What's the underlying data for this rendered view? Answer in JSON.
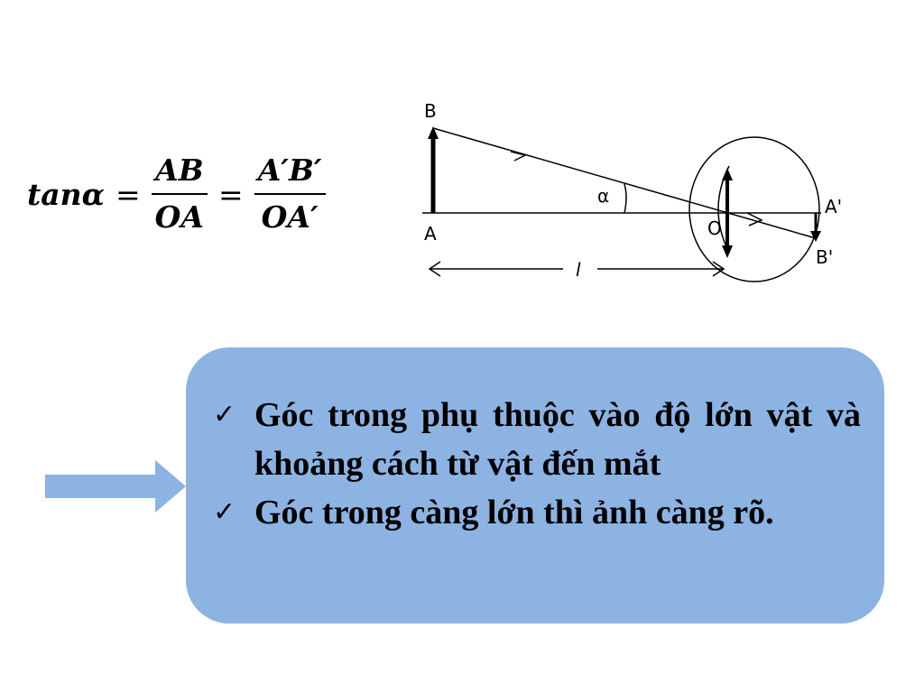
{
  "formula": {
    "lhs": "tanα",
    "eq": "=",
    "frac1": {
      "num": "AB",
      "den": "OA"
    },
    "frac2": {
      "num": "A′B′",
      "den": "OA′"
    }
  },
  "diagram": {
    "labels": {
      "B": "B",
      "A": "A",
      "alpha": "α",
      "O": "O",
      "A_prime": "A'",
      "B_prime": "B'",
      "l": "l"
    }
  },
  "callout": {
    "background": "#8db3e2",
    "check_icon": "✓",
    "items": [
      {
        "text": "Góc trong phụ thuộc vào độ lớn vật và khoảng cách từ vật đến mắt"
      },
      {
        "text": "Góc trong càng lớn thì ảnh càng rõ."
      }
    ]
  },
  "pointer": {
    "icon": "right-arrow-icon",
    "color": "#8db3e2"
  }
}
